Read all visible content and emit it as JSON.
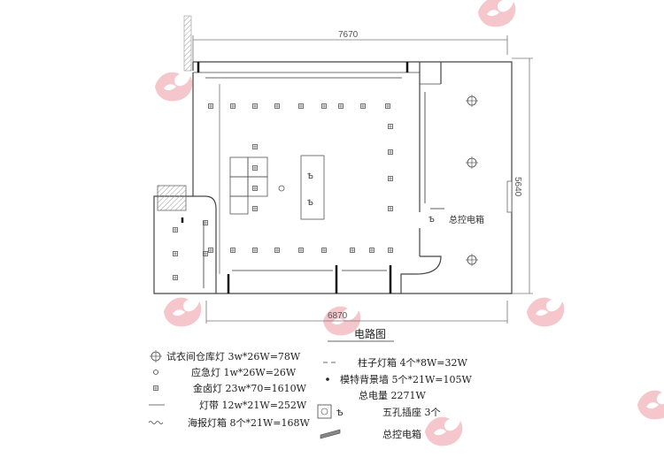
{
  "plan": {
    "dim_top": "7670",
    "dim_bottom": "6870",
    "dim_right": "5640",
    "panel_label": "总控电箱"
  },
  "legend": {
    "title": "电路图",
    "items": [
      {
        "text": "试衣间仓库灯 3w*26W=78W"
      },
      {
        "text": "应急灯   1w*26W=26W"
      },
      {
        "text": "金卤灯  23w*70=1610W"
      },
      {
        "text": "灯带    12w*21W=252W"
      },
      {
        "text": "海报灯箱 8个*21W=168W"
      },
      {
        "text": "柱子灯箱  4个*8W=32W"
      },
      {
        "text": "模特背景墙 5个*21W=105W"
      },
      {
        "text": "总电量   2271W"
      },
      {
        "text": "五孔插座 3个"
      },
      {
        "text": "总控电箱"
      }
    ]
  },
  "colors": {
    "line": "#333333",
    "thin": "#777777",
    "watermark": "#f3b8c0",
    "hatch": "#999999"
  }
}
